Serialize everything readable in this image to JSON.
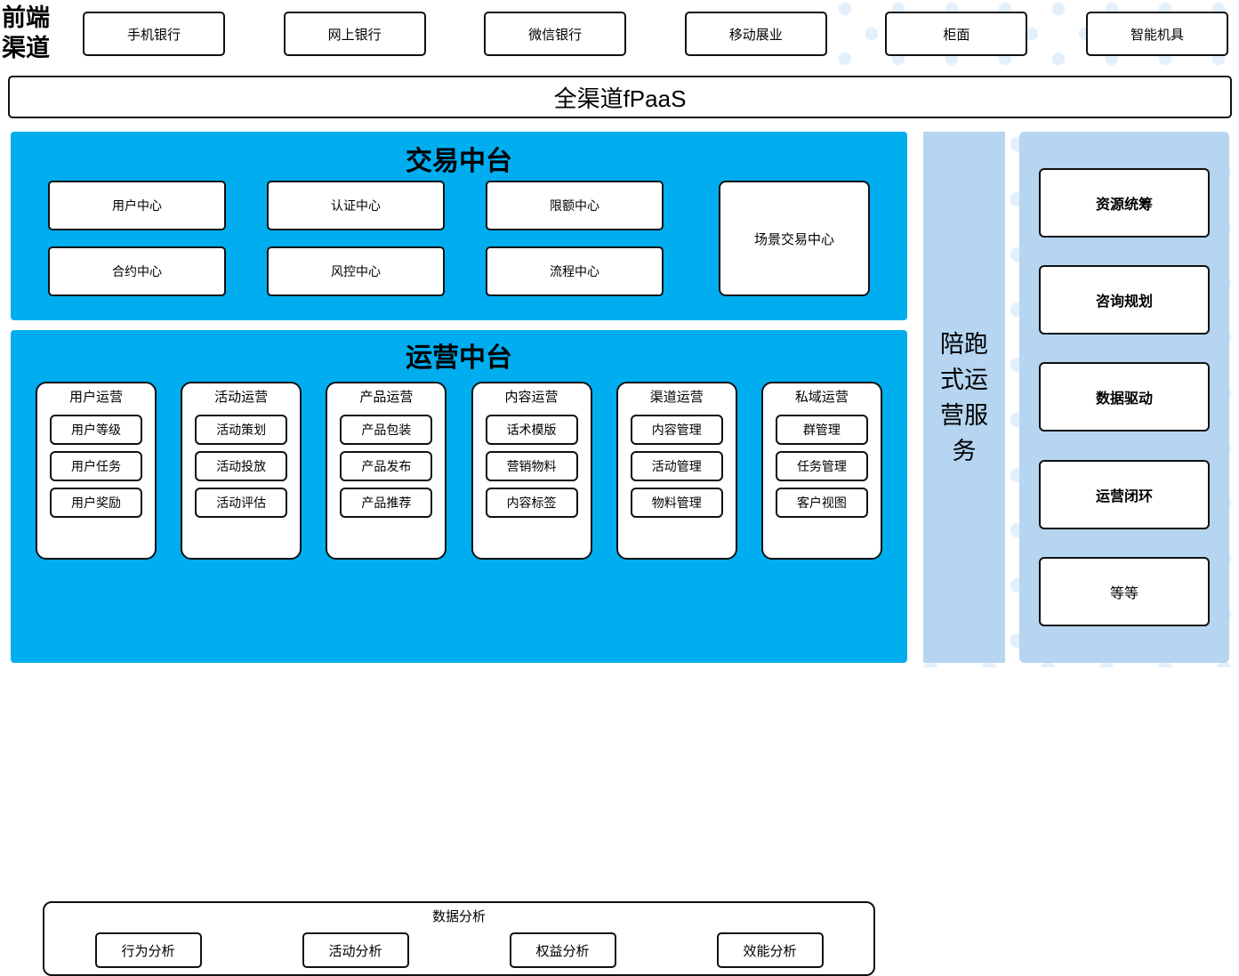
{
  "channels": {
    "label": "前端\n渠道",
    "label_lines": [
      "前端",
      "渠道"
    ],
    "items": [
      {
        "name": "mobile-banking",
        "label": "手机银行"
      },
      {
        "name": "internet-banking",
        "label": "网上银行"
      },
      {
        "name": "wechat-banking",
        "label": "微信银行"
      },
      {
        "name": "mobile-field-service",
        "label": "移动展业"
      },
      {
        "name": "counter",
        "label": "柜面"
      },
      {
        "name": "smart-machine",
        "label": "智能机具"
      }
    ]
  },
  "fpaas": {
    "label": "全渠道fPaaS"
  },
  "trade_platform": {
    "title": "交易中台",
    "left_grid": [
      {
        "name": "user-center",
        "label": "用户中心"
      },
      {
        "name": "auth-center",
        "label": "认证中心"
      },
      {
        "name": "limit-center",
        "label": "限额中心"
      },
      {
        "name": "contract-center",
        "label": "合约中心"
      },
      {
        "name": "risk-center",
        "label": "风控中心"
      },
      {
        "name": "process-center",
        "label": "流程中心"
      }
    ],
    "scene_box": {
      "name": "scene-trade-center",
      "label": "场景交易中心"
    }
  },
  "ops_platform": {
    "title": "运营中台",
    "columns": [
      {
        "name": "user-operations",
        "title": "用户运营",
        "items": [
          "用户等级",
          "用户任务",
          "用户奖励"
        ]
      },
      {
        "name": "campaign-operations",
        "title": "活动运营",
        "items": [
          "活动策划",
          "活动投放",
          "活动评估"
        ]
      },
      {
        "name": "product-operations",
        "title": "产品运营",
        "items": [
          "产品包装",
          "产品发布",
          "产品推荐"
        ]
      },
      {
        "name": "content-operations",
        "title": "内容运营",
        "items": [
          "话术模版",
          "营销物料",
          "内容标签"
        ]
      },
      {
        "name": "channel-operations",
        "title": "渠道运营",
        "items": [
          "内容管理",
          "活动管理",
          "物料管理"
        ]
      },
      {
        "name": "private-domain-operations",
        "title": "私域运营",
        "items": [
          "群管理",
          "任务管理",
          "客户视图"
        ]
      }
    ],
    "data_analysis": {
      "title": "数据分析",
      "items": [
        "行为分析",
        "活动分析",
        "权益分析",
        "效能分析"
      ]
    }
  },
  "service_band": {
    "label": "陪跑式运营服务"
  },
  "service_cards": [
    {
      "name": "resource-coordination",
      "label": "资源统筹",
      "bold": true
    },
    {
      "name": "consulting-planning",
      "label": "咨询规划",
      "bold": true
    },
    {
      "name": "data-driven",
      "label": "数据驱动",
      "bold": true
    },
    {
      "name": "operation-closed-loop",
      "label": "运营闭环",
      "bold": true
    },
    {
      "name": "etc",
      "label": "等等",
      "bold": false
    }
  ],
  "colors": {
    "cyan_panel": "#00adef",
    "light_blue_band": "#b5d5f0",
    "dot_pattern": "#e3f0fb",
    "box_border": "#111111",
    "box_fill": "#ffffff",
    "text": "#000000"
  }
}
